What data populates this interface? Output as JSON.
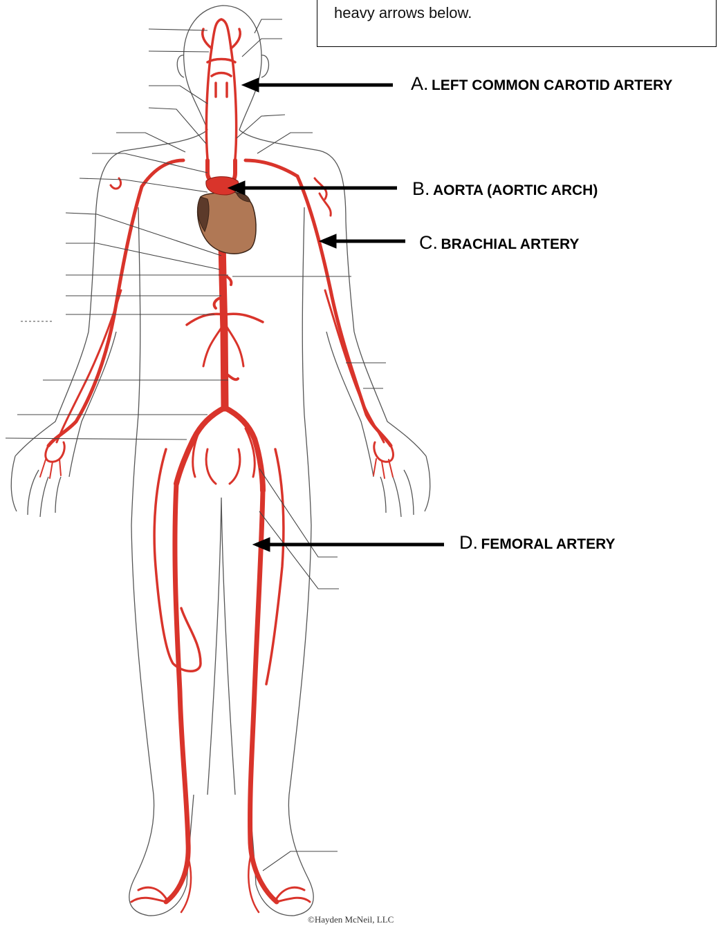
{
  "instruction": {
    "text": "heavy arrows below."
  },
  "labels": [
    {
      "letter": "A.",
      "name": "LEFT COMMON CAROTID ARTERY"
    },
    {
      "letter": "B.",
      "name": "AORTA (AORTIC ARCH)"
    },
    {
      "letter": "C.",
      "name": "BRACHIAL ARTERY"
    },
    {
      "letter": "D.",
      "name": "FEMORAL ARTERY"
    }
  ],
  "credit": "©Hayden McNeil, LLC",
  "colors": {
    "artery": "#d9342b",
    "artery_outline": "#8a1a12",
    "heart": "#b07855",
    "heart_dark": "#5c3a2a",
    "outline": "#555555",
    "leader": "#444444"
  }
}
